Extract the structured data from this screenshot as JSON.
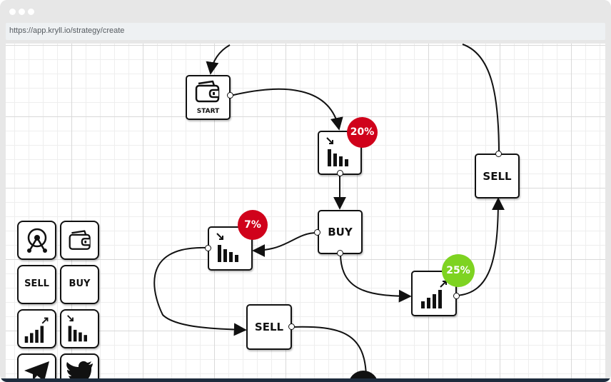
{
  "browser": {
    "url": "https://app.kryll.io/strategy/create"
  },
  "nodes": {
    "start": {
      "label": "START",
      "icon": "wallet-icon"
    },
    "dip_20": {
      "icon": "bar-chart-down-icon",
      "badge": "20%",
      "badge_color": "#d0021b"
    },
    "buy": {
      "label": "BUY"
    },
    "dip_7": {
      "icon": "bar-chart-down-icon",
      "badge": "7%",
      "badge_color": "#d0021b"
    },
    "sell_lower": {
      "label": "SELL"
    },
    "rise_25": {
      "icon": "bar-chart-up-icon",
      "badge": "25%",
      "badge_color": "#7ed321"
    },
    "sell_right": {
      "label": "SELL"
    }
  },
  "palette": {
    "tiles": [
      {
        "icon": "exchange-icon"
      },
      {
        "icon": "wallet-icon"
      },
      {
        "label": "SELL"
      },
      {
        "label": "BUY"
      },
      {
        "icon": "bar-chart-up-icon"
      },
      {
        "icon": "bar-chart-down-icon"
      },
      {
        "icon": "telegram-icon"
      },
      {
        "icon": "twitter-icon"
      }
    ]
  },
  "colors": {
    "loss_badge": "#d0021b",
    "gain_badge": "#7ed321",
    "footer": "#1e2c3d"
  }
}
